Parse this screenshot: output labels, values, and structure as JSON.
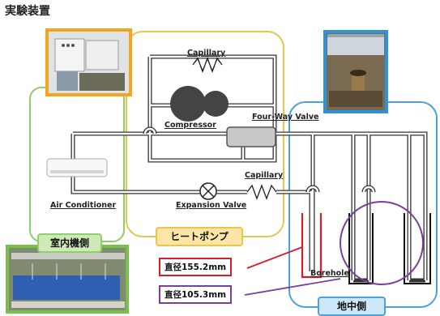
{
  "title": "実験装置",
  "labels": {
    "capillary_top": "Capillary",
    "compressor": "Compressor",
    "four_way_valve": "Four-Way Valve",
    "capillary_bottom": "Capillary",
    "air_conditioner": "Air Conditioner",
    "expansion_valve": "Expansion Valve",
    "borehole": "Borehole"
  },
  "zones": {
    "indoor": "室内機側",
    "heat_pump": "ヒートポンプ",
    "underground": "地中側"
  },
  "diameters": {
    "large": "直径155.2mm",
    "small": "直径105.3mm"
  },
  "colors": {
    "indoor_border": "#8fcf6a",
    "heat_pump_border": "#e8c64a",
    "underground_border": "#4aa3e0",
    "borehole_red": "#d41f2a",
    "circle_purple": "#7a3f9a"
  },
  "icons": {
    "photo_heat_pump": "heat-pump-unit-photo",
    "photo_ground": "borehole-ground-photo",
    "photo_indoor": "indoor-unit-photo",
    "air_conditioner": "air-conditioner-icon",
    "expansion_valve": "valve-x-icon",
    "compressor": "compressor-icon"
  }
}
